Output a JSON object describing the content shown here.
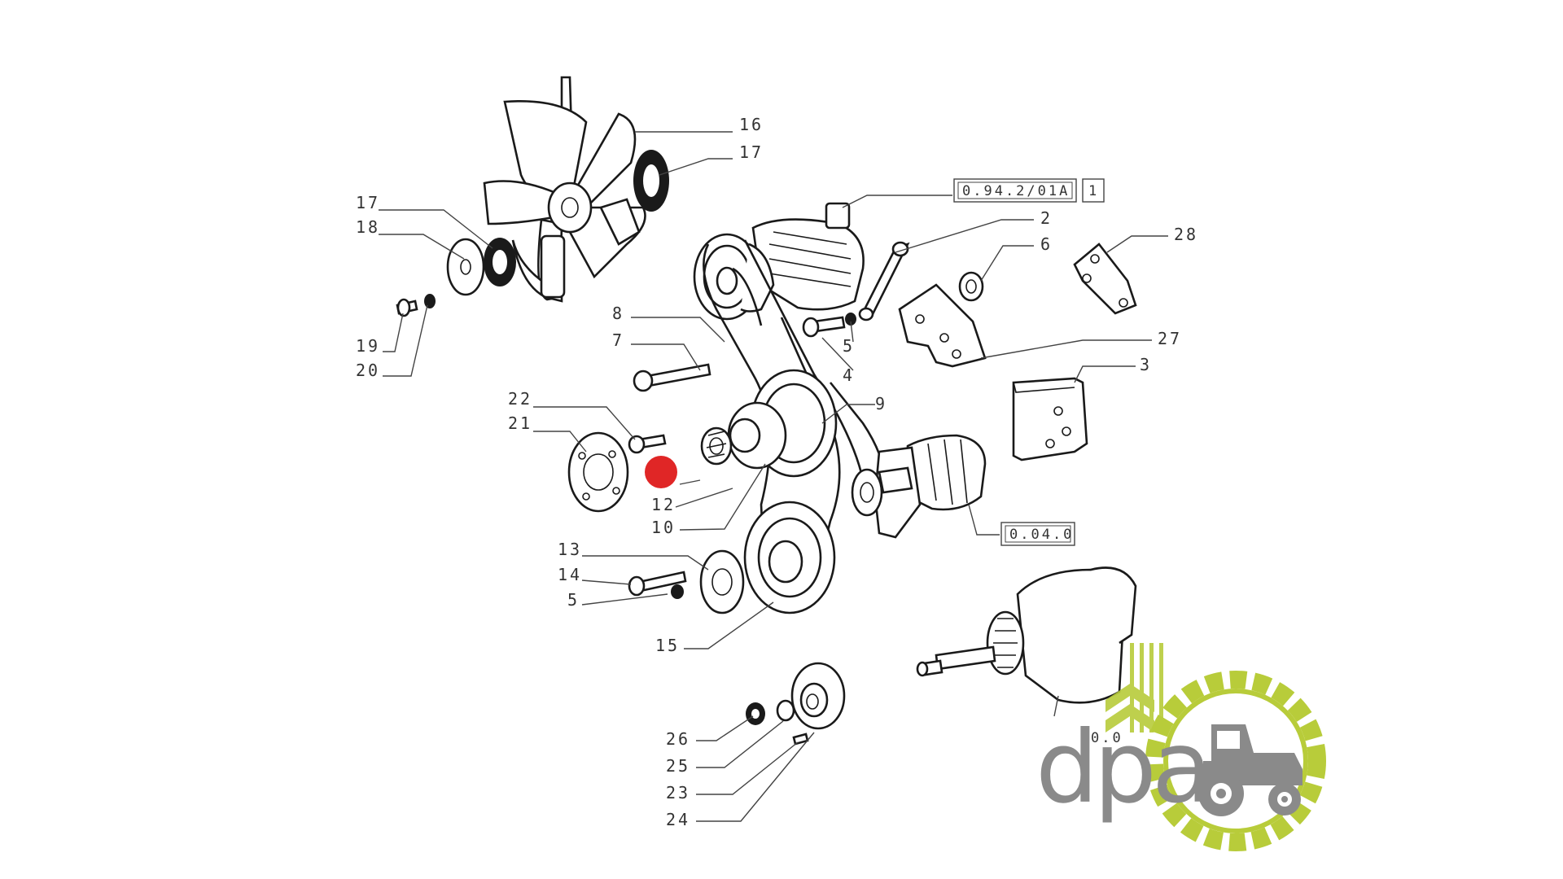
{
  "callouts": [
    "16",
    "17",
    "17",
    "18",
    "19",
    "20",
    "22",
    "21",
    "12",
    "10",
    "13",
    "14",
    "5",
    "15",
    "8",
    "7",
    "2",
    "6",
    "28",
    "5",
    "4",
    "27",
    "3",
    "9",
    "26",
    "25",
    "23",
    "24"
  ],
  "refs": [
    "0.94.2/01A",
    "1",
    "0.04.0",
    "0.0"
  ],
  "logo": {
    "text": "dpa",
    "green": "#b8cc3a",
    "grey": "#8a8a8a"
  },
  "marker_color": "#e02626"
}
